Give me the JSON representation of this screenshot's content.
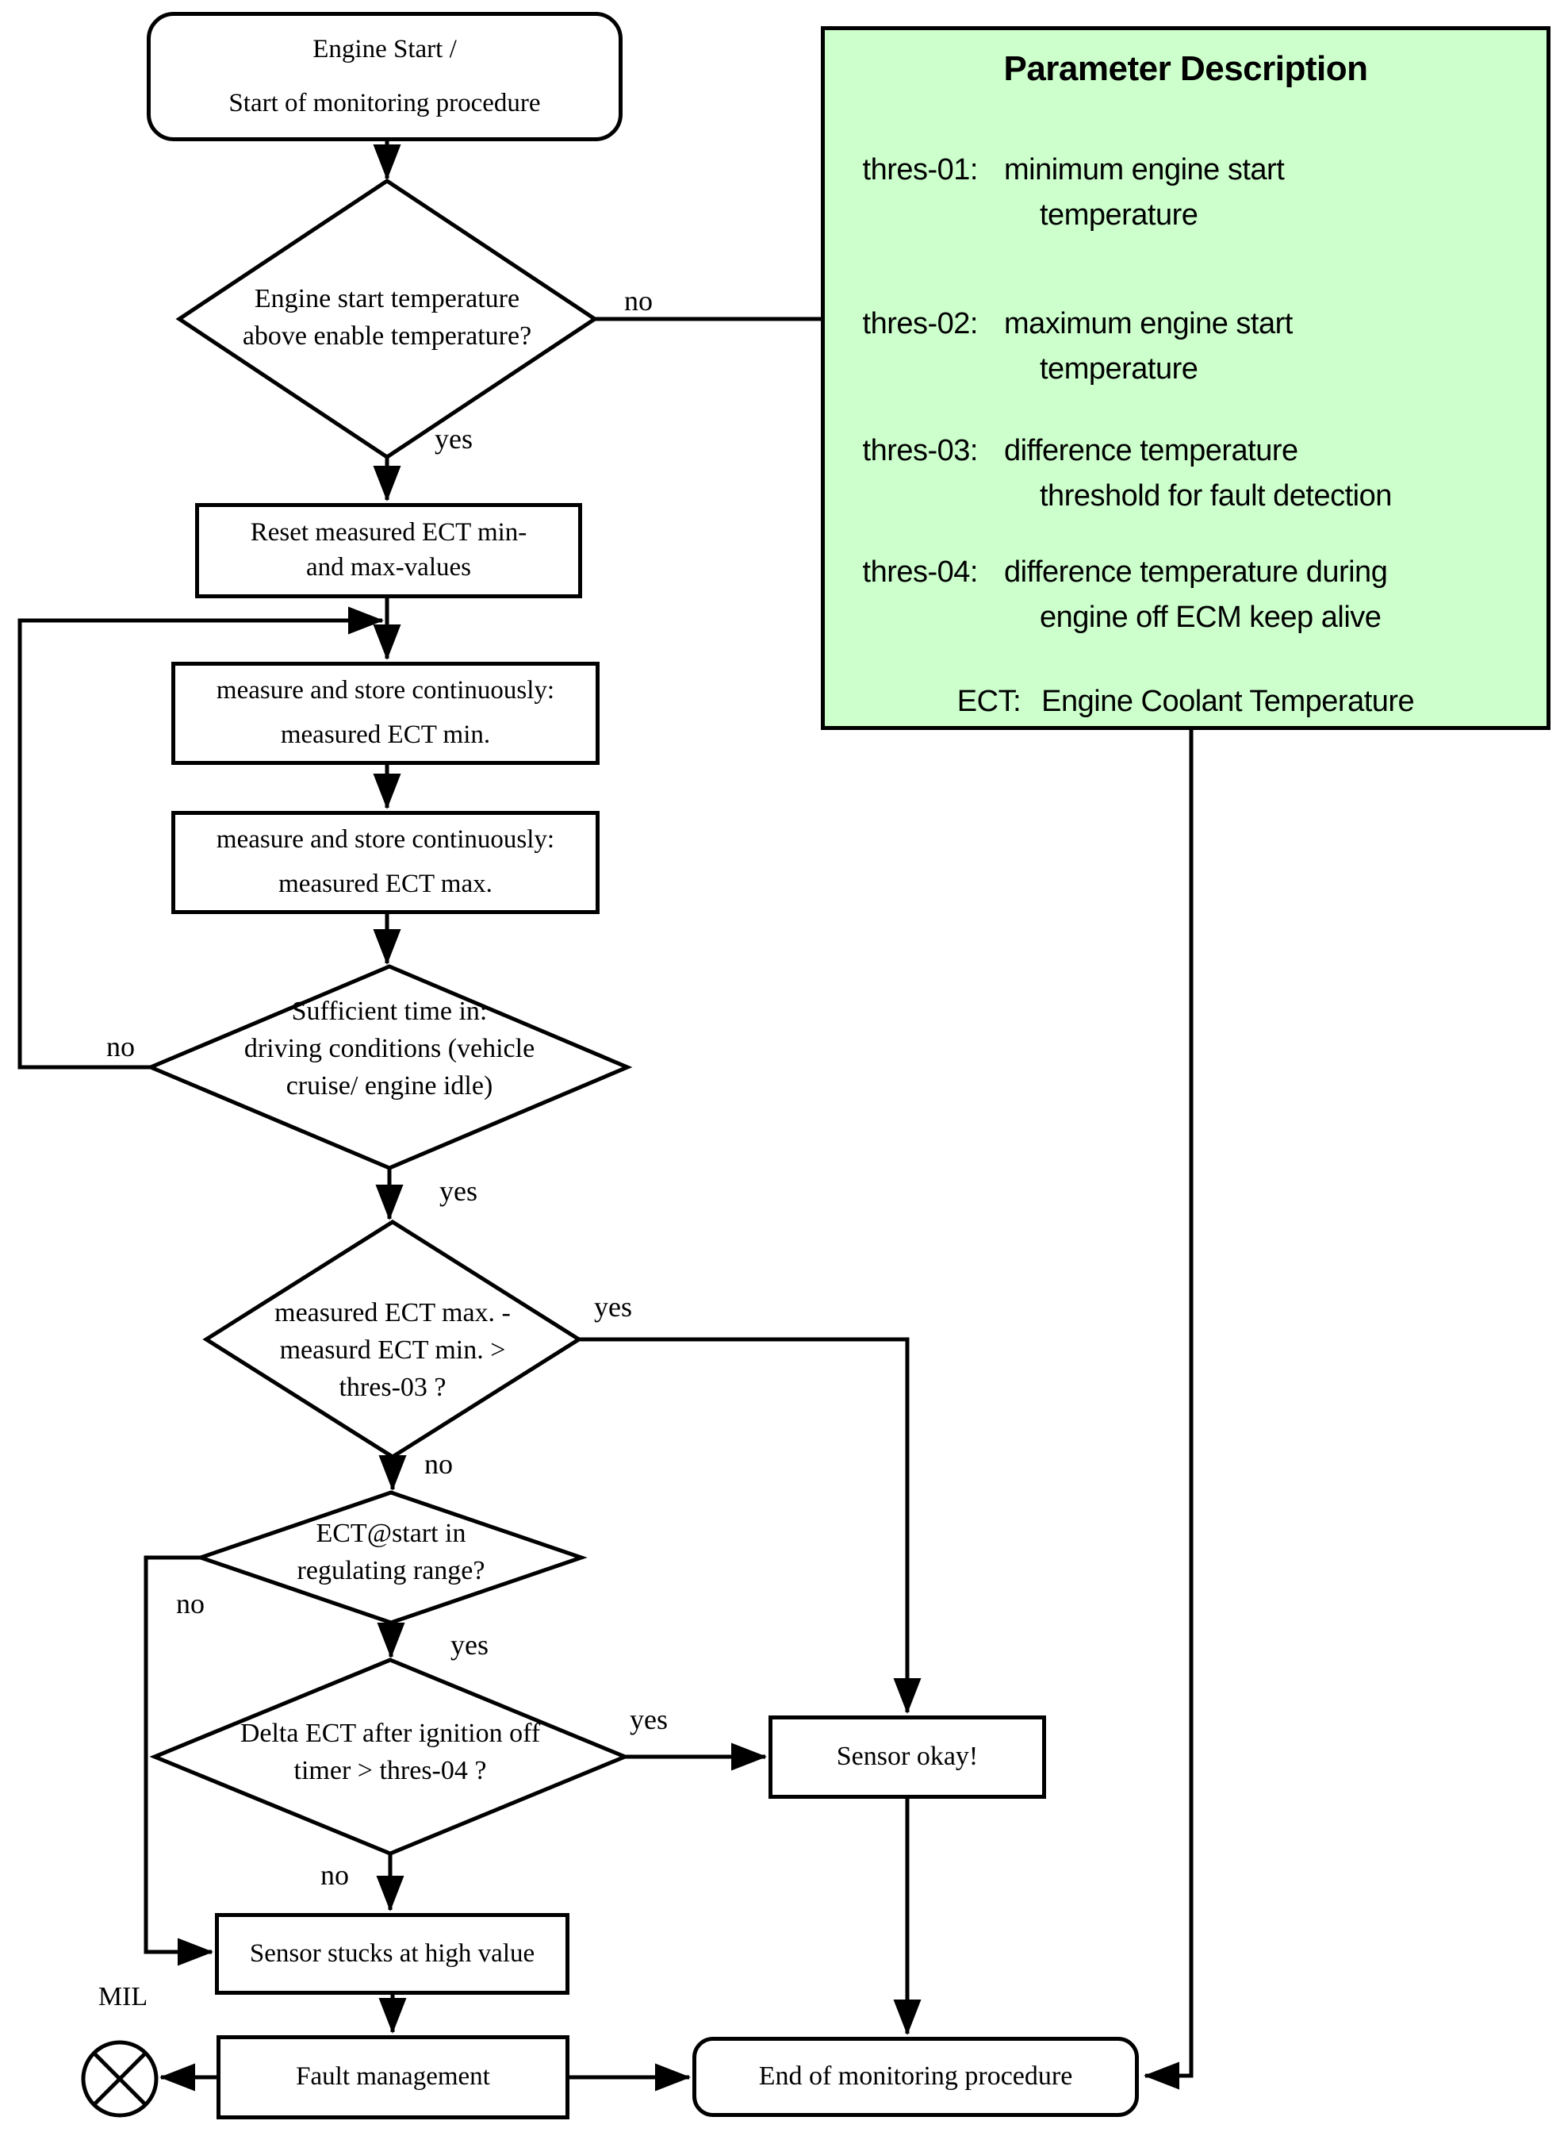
{
  "colors": {
    "background": "#ffffff",
    "line": "#000000",
    "param_box_bg": "#ccffcc"
  },
  "nodes": {
    "start": {
      "line1": "Engine Start /",
      "line2": "Start of monitoring procedure"
    },
    "decision_start_temp": {
      "line1": "Engine start temperature",
      "line2": "above enable temperature?"
    },
    "reset": {
      "line1": "Reset measured ECT min-",
      "line2": "and max-values"
    },
    "measure_min": {
      "line1": "measure and store continuously:",
      "line2": "measured ECT min."
    },
    "measure_max": {
      "line1": "measure and store continuously:",
      "line2": "measured ECT max."
    },
    "decision_sufficient_time": {
      "line1": "Sufficient time in:",
      "line2": "driving conditions (vehicle",
      "line3": "cruise/ engine idle)"
    },
    "decision_delta_thres03": {
      "line1": "measured  ECT max. -",
      "line2": "measurd ECT min. >",
      "line3": "thres-03 ?"
    },
    "decision_regulating_range": {
      "line1": "ECT@start in",
      "line2": "regulating range?"
    },
    "decision_ignition_off": {
      "line1": "Delta ECT after ignition off",
      "line2": "timer > thres-04 ?"
    },
    "sensor_okay": {
      "line1": "Sensor okay!"
    },
    "sensor_stuck": {
      "line1": "Sensor stucks at high value"
    },
    "fault_management": {
      "line1": "Fault management"
    },
    "end": {
      "line1": "End of monitoring procedure"
    },
    "mil": {
      "label": "MIL"
    }
  },
  "edge_labels": {
    "d1_no": "no",
    "d1_yes": "yes",
    "d2_no": "no",
    "d2_yes": "yes",
    "d3_yes": "yes",
    "d3_no": "no",
    "d4_no": "no",
    "d4_yes": "yes",
    "d5_yes": "yes",
    "d5_no": "no"
  },
  "param_box": {
    "title": "Parameter Description",
    "entries": [
      {
        "label": "thres-01:",
        "line1": "minimum engine start",
        "line2": "temperature"
      },
      {
        "label": "thres-02:",
        "line1": "maximum engine start",
        "line2": "temperature"
      },
      {
        "label": "thres-03:",
        "line1": "difference temperature",
        "line2": "threshold for fault detection"
      },
      {
        "label": "thres-04:",
        "line1": "difference temperature during",
        "line2": "engine off ECM keep alive"
      }
    ],
    "ect_label": "ECT:",
    "ect_desc": "Engine Coolant Temperature"
  }
}
